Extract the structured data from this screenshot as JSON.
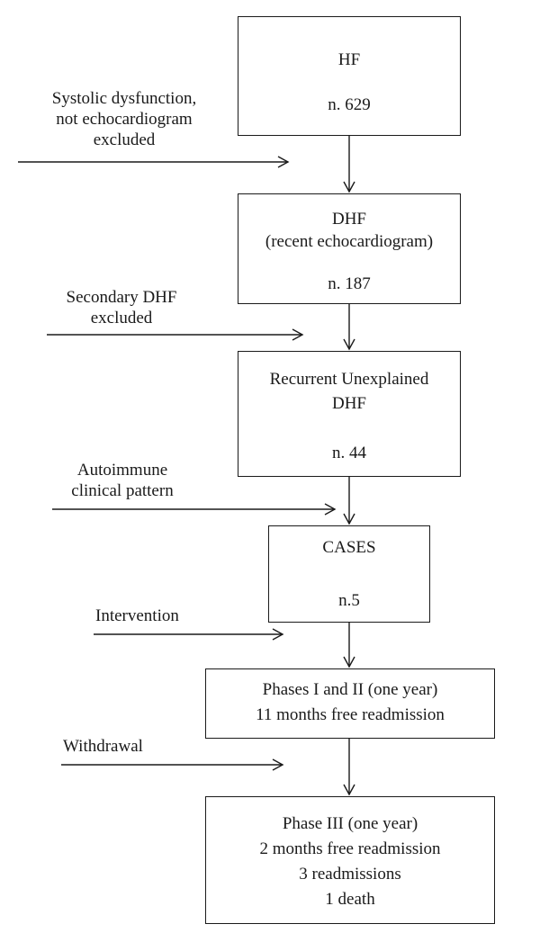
{
  "boxes": {
    "hf": {
      "title": "HF",
      "count": "n. 629"
    },
    "dhf": {
      "title": "DHF",
      "subtitle": "(recent echocardiogram)",
      "count": "n. 187"
    },
    "recurrent": {
      "title_line1": "Recurrent Unexplained",
      "title_line2": "DHF",
      "count": "n. 44"
    },
    "cases": {
      "title": "CASES",
      "count": "n.5"
    },
    "phases_1_2": {
      "line1": "Phases I and II (one year)",
      "line2": "11 months free readmission"
    },
    "phase_3": {
      "line1": "Phase III (one year)",
      "line2": "2 months free readmission",
      "line3": "3 readmissions",
      "line4": "1 death"
    }
  },
  "side_labels": {
    "systolic": {
      "line1": "Systolic dysfunction,",
      "line2": "not echocardiogram",
      "line3": "excluded"
    },
    "secondary": {
      "line1": "Secondary DHF",
      "line2": "excluded"
    },
    "autoimmune": {
      "line1": "Autoimmune",
      "line2": "clinical pattern"
    },
    "intervention": {
      "line1": "Intervention"
    },
    "withdrawal": {
      "line1": "Withdrawal"
    }
  },
  "colors": {
    "stroke": "#1a1a1a",
    "background": "#ffffff"
  }
}
